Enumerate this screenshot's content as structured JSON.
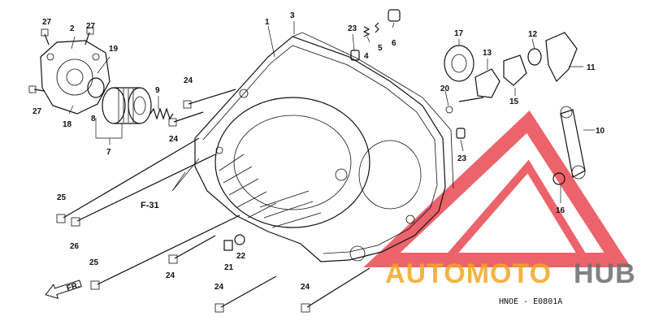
{
  "diagram": {
    "diagram_code": "HNOE - E0801A",
    "front_label": "FR.",
    "ref_label": "F-31",
    "watermark": {
      "text_orange": "AUTOMOTO",
      "text_gray": "HUB",
      "color_orange": "#f5a623",
      "color_gray": "#6d6d6d",
      "logo_color": "#e8303a"
    },
    "part_labels": {
      "p1": "1",
      "p2": "2",
      "p3": "3",
      "p4": "4",
      "p5": "5",
      "p6": "6",
      "p7": "7",
      "p8": "8",
      "p9": "9",
      "p10": "10",
      "p11": "11",
      "p12": "12",
      "p13": "13",
      "p15": "15",
      "p16": "16",
      "p17": "17",
      "p18": "18",
      "p19": "19",
      "p20": "20",
      "p21": "21",
      "p22": "22",
      "p23a": "23",
      "p23b": "23",
      "p24a": "24",
      "p24b": "24",
      "p24c": "24",
      "p24d": "24",
      "p24e": "24",
      "p25a": "25",
      "p25b": "25",
      "p26": "26",
      "p27a": "27",
      "p27b": "27",
      "p27c": "27"
    }
  }
}
